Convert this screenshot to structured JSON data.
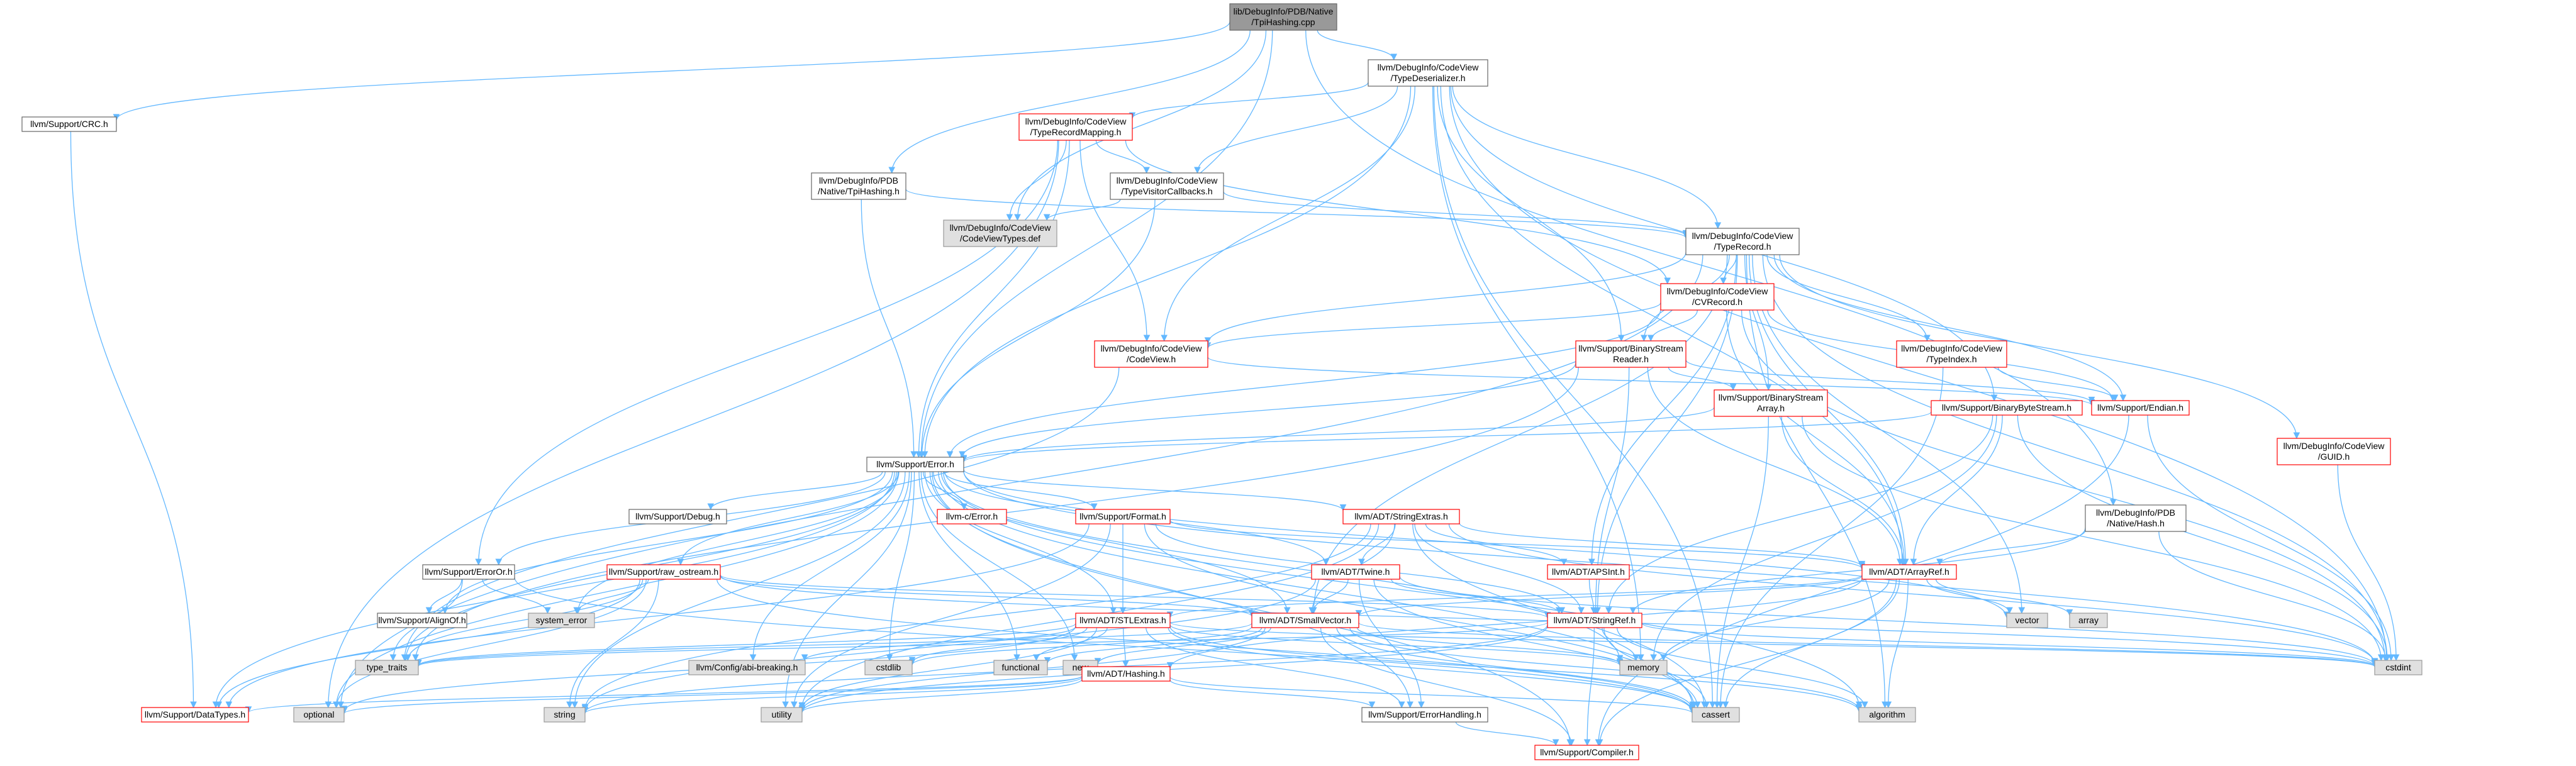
{
  "colors": {
    "edge": "#63b8ff",
    "node_fill": "#ffffff",
    "node_stroke_normal": "#666666",
    "node_stroke_incomplete": "#ff0000",
    "node_fill_system": "#e0e0e0",
    "node_stroke_system": "#999999",
    "node_fill_root": "#999999",
    "node_stroke_root": "#666666"
  },
  "nodes": [
    {
      "id": "root",
      "lines": [
        "lib/DebugInfo/PDB/Native",
        "/TpiHashing.cpp"
      ],
      "kind": "root"
    },
    {
      "id": "typedeser",
      "lines": [
        "llvm/DebugInfo/CodeView",
        "/TypeDeserializer.h"
      ],
      "kind": "normal"
    },
    {
      "id": "crc",
      "lines": [
        "llvm/Support/CRC.h"
      ],
      "kind": "normal"
    },
    {
      "id": "typerecmap",
      "lines": [
        "llvm/DebugInfo/CodeView",
        "/TypeRecordMapping.h"
      ],
      "kind": "incomplete"
    },
    {
      "id": "tpihashing",
      "lines": [
        "llvm/DebugInfo/PDB",
        "/Native/TpiHashing.h"
      ],
      "kind": "normal"
    },
    {
      "id": "typevisitor",
      "lines": [
        "llvm/DebugInfo/CodeView",
        "/TypeVisitorCallbacks.h"
      ],
      "kind": "normal"
    },
    {
      "id": "cvtypesdef",
      "lines": [
        "llvm/DebugInfo/CodeView",
        "/CodeViewTypes.def"
      ],
      "kind": "system"
    },
    {
      "id": "typerecord",
      "lines": [
        "llvm/DebugInfo/CodeView",
        "/TypeRecord.h"
      ],
      "kind": "normal"
    },
    {
      "id": "cvrecord",
      "lines": [
        "llvm/DebugInfo/CodeView",
        "/CVRecord.h"
      ],
      "kind": "incomplete"
    },
    {
      "id": "codeview",
      "lines": [
        "llvm/DebugInfo/CodeView",
        "/CodeView.h"
      ],
      "kind": "incomplete"
    },
    {
      "id": "bsreader",
      "lines": [
        "llvm/Support/BinaryStream",
        "Reader.h"
      ],
      "kind": "incomplete"
    },
    {
      "id": "typeindex",
      "lines": [
        "llvm/DebugInfo/CodeView",
        "/TypeIndex.h"
      ],
      "kind": "incomplete"
    },
    {
      "id": "bsarray",
      "lines": [
        "llvm/Support/BinaryStream",
        "Array.h"
      ],
      "kind": "incomplete"
    },
    {
      "id": "bbytestream",
      "lines": [
        "llvm/Support/BinaryByteStream.h"
      ],
      "kind": "incomplete"
    },
    {
      "id": "endian",
      "lines": [
        "llvm/Support/Endian.h"
      ],
      "kind": "incomplete"
    },
    {
      "id": "guid",
      "lines": [
        "llvm/DebugInfo/CodeView",
        "/GUID.h"
      ],
      "kind": "incomplete"
    },
    {
      "id": "error",
      "lines": [
        "llvm/Support/Error.h"
      ],
      "kind": "normal"
    },
    {
      "id": "nativehash",
      "lines": [
        "llvm/DebugInfo/PDB",
        "/Native/Hash.h"
      ],
      "kind": "normal"
    },
    {
      "id": "debug",
      "lines": [
        "llvm/Support/Debug.h"
      ],
      "kind": "normal"
    },
    {
      "id": "cerror",
      "lines": [
        "llvm-c/Error.h"
      ],
      "kind": "incomplete"
    },
    {
      "id": "format",
      "lines": [
        "llvm/Support/Format.h"
      ],
      "kind": "incomplete"
    },
    {
      "id": "stringextras",
      "lines": [
        "llvm/ADT/StringExtras.h"
      ],
      "kind": "incomplete"
    },
    {
      "id": "arrayref",
      "lines": [
        "llvm/ADT/ArrayRef.h"
      ],
      "kind": "incomplete"
    },
    {
      "id": "erroror",
      "lines": [
        "llvm/Support/ErrorOr.h"
      ],
      "kind": "normal"
    },
    {
      "id": "rawostream",
      "lines": [
        "llvm/Support/raw_ostream.h"
      ],
      "kind": "incomplete"
    },
    {
      "id": "twine",
      "lines": [
        "llvm/ADT/Twine.h"
      ],
      "kind": "incomplete"
    },
    {
      "id": "apsint",
      "lines": [
        "llvm/ADT/APSInt.h"
      ],
      "kind": "incomplete"
    },
    {
      "id": "aligno",
      "lines": [
        "llvm/Support/AlignOf.h"
      ],
      "kind": "normal"
    },
    {
      "id": "syserror",
      "lines": [
        "system_error"
      ],
      "kind": "system"
    },
    {
      "id": "stlextras",
      "lines": [
        "llvm/ADT/STLExtras.h"
      ],
      "kind": "incomplete"
    },
    {
      "id": "smallvector",
      "lines": [
        "llvm/ADT/SmallVector.h"
      ],
      "kind": "incomplete"
    },
    {
      "id": "stringref",
      "lines": [
        "llvm/ADT/StringRef.h"
      ],
      "kind": "incomplete"
    },
    {
      "id": "vector",
      "lines": [
        "vector"
      ],
      "kind": "system"
    },
    {
      "id": "array",
      "lines": [
        "array"
      ],
      "kind": "system"
    },
    {
      "id": "typetraits",
      "lines": [
        "type_traits"
      ],
      "kind": "system"
    },
    {
      "id": "cfgbreak",
      "lines": [
        "llvm/Config/abi-breaking.h"
      ],
      "kind": "system"
    },
    {
      "id": "cstdlib",
      "lines": [
        "cstdlib"
      ],
      "kind": "system"
    },
    {
      "id": "functional",
      "lines": [
        "functional"
      ],
      "kind": "system"
    },
    {
      "id": "new",
      "lines": [
        "new"
      ],
      "kind": "system"
    },
    {
      "id": "memory",
      "lines": [
        "memory"
      ],
      "kind": "system"
    },
    {
      "id": "cstdint",
      "lines": [
        "cstdint"
      ],
      "kind": "system"
    },
    {
      "id": "hashing",
      "lines": [
        "llvm/ADT/Hashing.h"
      ],
      "kind": "incomplete"
    },
    {
      "id": "datatypes",
      "lines": [
        "llvm/Support/DataTypes.h"
      ],
      "kind": "incomplete"
    },
    {
      "id": "optional",
      "lines": [
        "optional"
      ],
      "kind": "system"
    },
    {
      "id": "string",
      "lines": [
        "string"
      ],
      "kind": "system"
    },
    {
      "id": "utility",
      "lines": [
        "utility"
      ],
      "kind": "system"
    },
    {
      "id": "errorhandling",
      "lines": [
        "llvm/Support/ErrorHandling.h"
      ],
      "kind": "normal"
    },
    {
      "id": "cassert",
      "lines": [
        "cassert"
      ],
      "kind": "system"
    },
    {
      "id": "algorithm",
      "lines": [
        "algorithm"
      ],
      "kind": "system"
    },
    {
      "id": "compiler",
      "lines": [
        "llvm/Support/Compiler.h"
      ],
      "kind": "incomplete"
    }
  ],
  "edges": [
    [
      "root",
      "typedeser"
    ],
    [
      "root",
      "crc"
    ],
    [
      "root",
      "tpihashing"
    ],
    [
      "root",
      "cvtypesdef"
    ],
    [
      "root",
      "error"
    ],
    [
      "root",
      "nativehash"
    ],
    [
      "crc",
      "datatypes"
    ],
    [
      "typedeser",
      "typerecmap"
    ],
    [
      "typedeser",
      "typevisitor"
    ],
    [
      "typedeser",
      "typerecord"
    ],
    [
      "typedeser",
      "codeview"
    ],
    [
      "typedeser",
      "bsreader"
    ],
    [
      "typedeser",
      "bbytestream"
    ],
    [
      "typedeser",
      "arrayref"
    ],
    [
      "typedeser",
      "error"
    ],
    [
      "typedeser",
      "cstdint"
    ],
    [
      "typedeser",
      "cassert"
    ],
    [
      "typedeser",
      "memory"
    ],
    [
      "typerecmap",
      "typevisitor"
    ],
    [
      "typerecmap",
      "cvtypesdef"
    ],
    [
      "typerecmap",
      "cvrecord"
    ],
    [
      "typerecmap",
      "codeview"
    ],
    [
      "typerecmap",
      "error"
    ],
    [
      "typerecmap",
      "optional"
    ],
    [
      "typerecmap",
      "erroror"
    ],
    [
      "tpihashing",
      "typerecord"
    ],
    [
      "tpihashing",
      "error"
    ],
    [
      "typevisitor",
      "cvtypesdef"
    ],
    [
      "typevisitor",
      "typerecord"
    ],
    [
      "typevisitor",
      "error"
    ],
    [
      "typerecord",
      "cvrecord"
    ],
    [
      "typerecord",
      "codeview"
    ],
    [
      "typerecord",
      "bsarray"
    ],
    [
      "typerecord",
      "bsreader"
    ],
    [
      "typerecord",
      "endian"
    ],
    [
      "typerecord",
      "typeindex"
    ],
    [
      "typerecord",
      "guid"
    ],
    [
      "typerecord",
      "arrayref"
    ],
    [
      "typerecord",
      "apsint"
    ],
    [
      "typerecord",
      "smallvector"
    ],
    [
      "typerecord",
      "stringref"
    ],
    [
      "typerecord",
      "cstdint"
    ],
    [
      "typerecord",
      "vector"
    ],
    [
      "typerecord",
      "algorithm"
    ],
    [
      "typerecord",
      "optional"
    ],
    [
      "cvrecord",
      "codeview"
    ],
    [
      "cvrecord",
      "bsreader"
    ],
    [
      "cvrecord",
      "endian"
    ],
    [
      "cvrecord",
      "arrayref"
    ],
    [
      "cvrecord",
      "error"
    ],
    [
      "cvrecord",
      "cstdint"
    ],
    [
      "codeview",
      "endian"
    ],
    [
      "codeview",
      "typetraits"
    ],
    [
      "bsreader",
      "bsarray"
    ],
    [
      "bsreader",
      "endian"
    ],
    [
      "bsreader",
      "arrayref"
    ],
    [
      "bsreader",
      "stringref"
    ],
    [
      "bsreader",
      "error"
    ],
    [
      "bsreader",
      "typetraits"
    ],
    [
      "typeindex",
      "endian"
    ],
    [
      "typeindex",
      "cassert"
    ],
    [
      "bsarray",
      "arrayref"
    ],
    [
      "bsarray",
      "error"
    ],
    [
      "bsarray",
      "cassert"
    ],
    [
      "bsarray",
      "cstdint"
    ],
    [
      "bbytestream",
      "arrayref"
    ],
    [
      "bbytestream",
      "error"
    ],
    [
      "bbytestream",
      "memory"
    ],
    [
      "bbytestream",
      "cstdint"
    ],
    [
      "bbytestream",
      "stringref"
    ],
    [
      "endian",
      "compiler"
    ],
    [
      "endian",
      "cstdint"
    ],
    [
      "guid",
      "cstdint"
    ],
    [
      "nativehash",
      "arrayref"
    ],
    [
      "nativehash",
      "stringref"
    ],
    [
      "nativehash",
      "cstdint"
    ],
    [
      "error",
      "debug"
    ],
    [
      "error",
      "cerror"
    ],
    [
      "error",
      "format"
    ],
    [
      "error",
      "stringextras"
    ],
    [
      "error",
      "twine"
    ],
    [
      "error",
      "smallvector"
    ],
    [
      "error",
      "stlextras"
    ],
    [
      "error",
      "erroror"
    ],
    [
      "error",
      "rawostream"
    ],
    [
      "error",
      "aligno"
    ],
    [
      "error",
      "syserror"
    ],
    [
      "error",
      "typetraits"
    ],
    [
      "error",
      "cfgbreak"
    ],
    [
      "error",
      "cstdlib"
    ],
    [
      "error",
      "functional"
    ],
    [
      "error",
      "new"
    ],
    [
      "error",
      "memory"
    ],
    [
      "error",
      "cassert"
    ],
    [
      "error",
      "cstdint"
    ],
    [
      "error",
      "string"
    ],
    [
      "error",
      "utility"
    ],
    [
      "error",
      "optional"
    ],
    [
      "error",
      "compiler"
    ],
    [
      "error",
      "errorhandling"
    ],
    [
      "error",
      "datatypes"
    ],
    [
      "error",
      "vector"
    ],
    [
      "error",
      "algorithm"
    ],
    [
      "format",
      "arrayref"
    ],
    [
      "format",
      "stringref"
    ],
    [
      "format",
      "datatypes"
    ],
    [
      "format",
      "cassert"
    ],
    [
      "format",
      "utility"
    ],
    [
      "format",
      "stlextras"
    ],
    [
      "stringextras",
      "arrayref"
    ],
    [
      "stringextras",
      "apsint"
    ],
    [
      "stringextras",
      "smallvector"
    ],
    [
      "stringextras",
      "stringref"
    ],
    [
      "stringextras",
      "twine"
    ],
    [
      "stringextras",
      "cstdint"
    ],
    [
      "stringextras",
      "string"
    ],
    [
      "stringextras",
      "utility"
    ],
    [
      "stringextras",
      "cassert"
    ],
    [
      "arrayref",
      "hashing"
    ],
    [
      "arrayref",
      "smallvector"
    ],
    [
      "arrayref",
      "stlextras"
    ],
    [
      "arrayref",
      "compiler"
    ],
    [
      "arrayref",
      "algorithm"
    ],
    [
      "arrayref",
      "array"
    ],
    [
      "arrayref",
      "cassert"
    ],
    [
      "arrayref",
      "memory"
    ],
    [
      "arrayref",
      "vector"
    ],
    [
      "erroror",
      "aligno"
    ],
    [
      "erroror",
      "typetraits"
    ],
    [
      "erroror",
      "syserror"
    ],
    [
      "erroror",
      "cassert"
    ],
    [
      "rawostream",
      "datatypes"
    ],
    [
      "rawostream",
      "stringref"
    ],
    [
      "rawostream",
      "cassert"
    ],
    [
      "rawostream",
      "cstdint"
    ],
    [
      "rawostream",
      "string"
    ],
    [
      "rawostream",
      "syserror"
    ],
    [
      "rawostream",
      "typetraits"
    ],
    [
      "rawostream",
      "optional"
    ],
    [
      "rawostream",
      "smallvector"
    ],
    [
      "twine",
      "smallvector"
    ],
    [
      "twine",
      "stringref"
    ],
    [
      "twine",
      "errorhandling"
    ],
    [
      "twine",
      "cassert"
    ],
    [
      "twine",
      "cstdint"
    ],
    [
      "twine",
      "string"
    ],
    [
      "apsint",
      "stringref"
    ],
    [
      "stlextras",
      "hashing"
    ],
    [
      "stlextras",
      "typetraits"
    ],
    [
      "stlextras",
      "cfgbreak"
    ],
    [
      "stlextras",
      "errorhandling"
    ],
    [
      "stlextras",
      "cassert"
    ],
    [
      "stlextras",
      "cstdint"
    ],
    [
      "stlextras",
      "cstdlib"
    ],
    [
      "stlextras",
      "functional"
    ],
    [
      "stlextras",
      "memory"
    ],
    [
      "stlextras",
      "utility"
    ],
    [
      "stlextras",
      "optional"
    ],
    [
      "stlextras",
      "algorithm"
    ],
    [
      "smallvector",
      "compiler"
    ],
    [
      "smallvector",
      "typetraits"
    ],
    [
      "smallvector",
      "cassert"
    ],
    [
      "smallvector",
      "cstdint"
    ],
    [
      "smallvector",
      "cstdlib"
    ],
    [
      "smallvector",
      "functional"
    ],
    [
      "smallvector",
      "memory"
    ],
    [
      "smallvector",
      "new"
    ],
    [
      "smallvector",
      "utility"
    ],
    [
      "smallvector",
      "algorithm"
    ],
    [
      "stringref",
      "compiler"
    ],
    [
      "stringref",
      "cassert"
    ],
    [
      "stringref",
      "cstdint"
    ],
    [
      "stringref",
      "string"
    ],
    [
      "stringref",
      "utility"
    ],
    [
      "stringref",
      "typetraits"
    ],
    [
      "stringref",
      "memory"
    ],
    [
      "stringref",
      "algorithm"
    ],
    [
      "hashing",
      "errorhandling"
    ],
    [
      "hashing",
      "datatypes"
    ],
    [
      "hashing",
      "cassert"
    ],
    [
      "hashing",
      "string"
    ],
    [
      "hashing",
      "utility"
    ],
    [
      "hashing",
      "optional"
    ],
    [
      "errorhandling",
      "compiler"
    ]
  ]
}
